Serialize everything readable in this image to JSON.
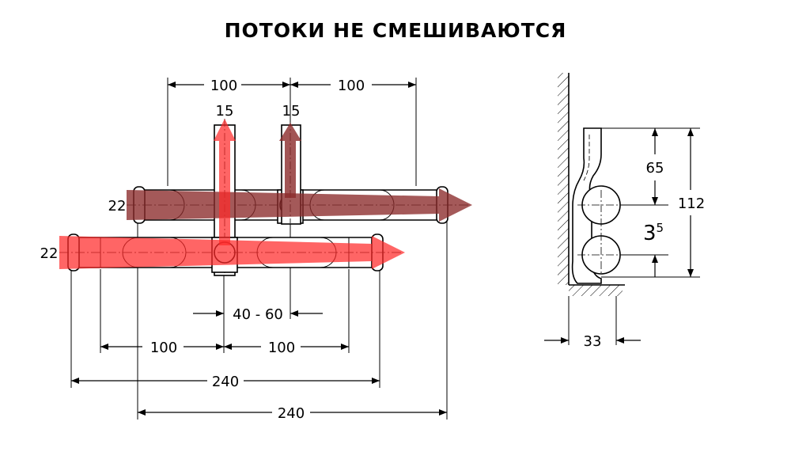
{
  "title": "ПОТОКИ НЕ СМЕШИВАЮТСЯ",
  "colors": {
    "flow_upper": "#8b2a2a",
    "flow_lower": "#ff2a2a",
    "pipe_fill": "#ffffff",
    "line": "#000000"
  },
  "labels": {
    "top_span_left": "100",
    "top_span_right": "100",
    "outlet_left": "15",
    "outlet_right": "15",
    "upper_pipe_diameter": "22",
    "lower_pipe_diameter": "22",
    "outlet_offset": "40 - 60",
    "bottom_span_left": "100",
    "bottom_span_right": "100",
    "lower_pipe_length": "240",
    "upper_pipe_length": "240",
    "side_upper_height": "65",
    "side_total_height": "112",
    "side_gap_base": "3",
    "side_gap_exp": "5",
    "side_depth": "33"
  }
}
